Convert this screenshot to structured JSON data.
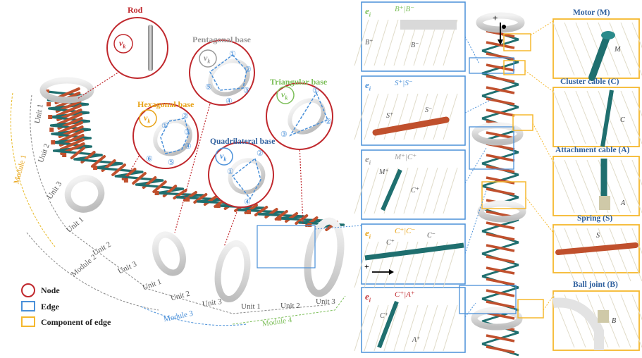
{
  "left": {
    "circle_titles": {
      "rod": "Rod",
      "pentagonal": "Pentagonal base",
      "hexagonal": "Hexagonal base",
      "triangular": "Triangular base",
      "quadrilateral": "Quadrilateral base"
    },
    "vk": "v",
    "vk_sub": "k",
    "numbers": [
      "①",
      "②",
      "③",
      "④",
      "⑤",
      "⑥"
    ],
    "units": {
      "m1": [
        "Unit 1",
        "Unit 2",
        "Unit 3"
      ],
      "m2": [
        "Unit 1",
        "Unit 2",
        "Unit 3"
      ],
      "m3": [
        "Unit 1",
        "Unit 2",
        "Unit 3"
      ],
      "m4": [
        "Unit 1",
        "Unit 2",
        "Unit 3"
      ]
    },
    "modules": [
      "Module 1",
      "Module 2",
      "Module 3",
      "Module 4"
    ],
    "legend": [
      "Node",
      "Edge",
      "Component of edge"
    ]
  },
  "center": {
    "panels": [
      {
        "ei": "e",
        "ei_sub": "i",
        "title": "B⁺|B⁻",
        "labels": [
          "B⁺",
          "B⁻"
        ]
      },
      {
        "ei": "e",
        "ei_sub": "i",
        "title": "S⁺|S⁻",
        "labels": [
          "S⁺",
          "S⁻"
        ]
      },
      {
        "ei": "e",
        "ei_sub": "i",
        "title": "M⁺|C⁺",
        "labels": [
          "M⁺",
          "C⁺"
        ]
      },
      {
        "ei": "e",
        "ei_sub": "i",
        "title": "C⁺|C⁻",
        "labels": [
          "C⁺",
          "C⁻"
        ]
      },
      {
        "ei": "e",
        "ei_sub": "i",
        "title": "C⁺|A⁺",
        "labels": [
          "C⁺",
          "A⁺"
        ]
      }
    ],
    "plus": "+"
  },
  "right": {
    "components": [
      {
        "title": "Motor (M)",
        "label": "M"
      },
      {
        "title": "Cluster cable (C)",
        "label": "C"
      },
      {
        "title": "Attachment cable (A)",
        "label": "A"
      },
      {
        "title": "Spring (S)",
        "label": "S"
      },
      {
        "title": "Ball joint (B)",
        "label": "B"
      }
    ]
  },
  "colors": {
    "node": "#c0282d",
    "edge": "#4a90d9",
    "component": "#f5b82e",
    "cable": "#1f6f6f",
    "spring": "#c0502d",
    "ring": "#d9d9d9"
  }
}
